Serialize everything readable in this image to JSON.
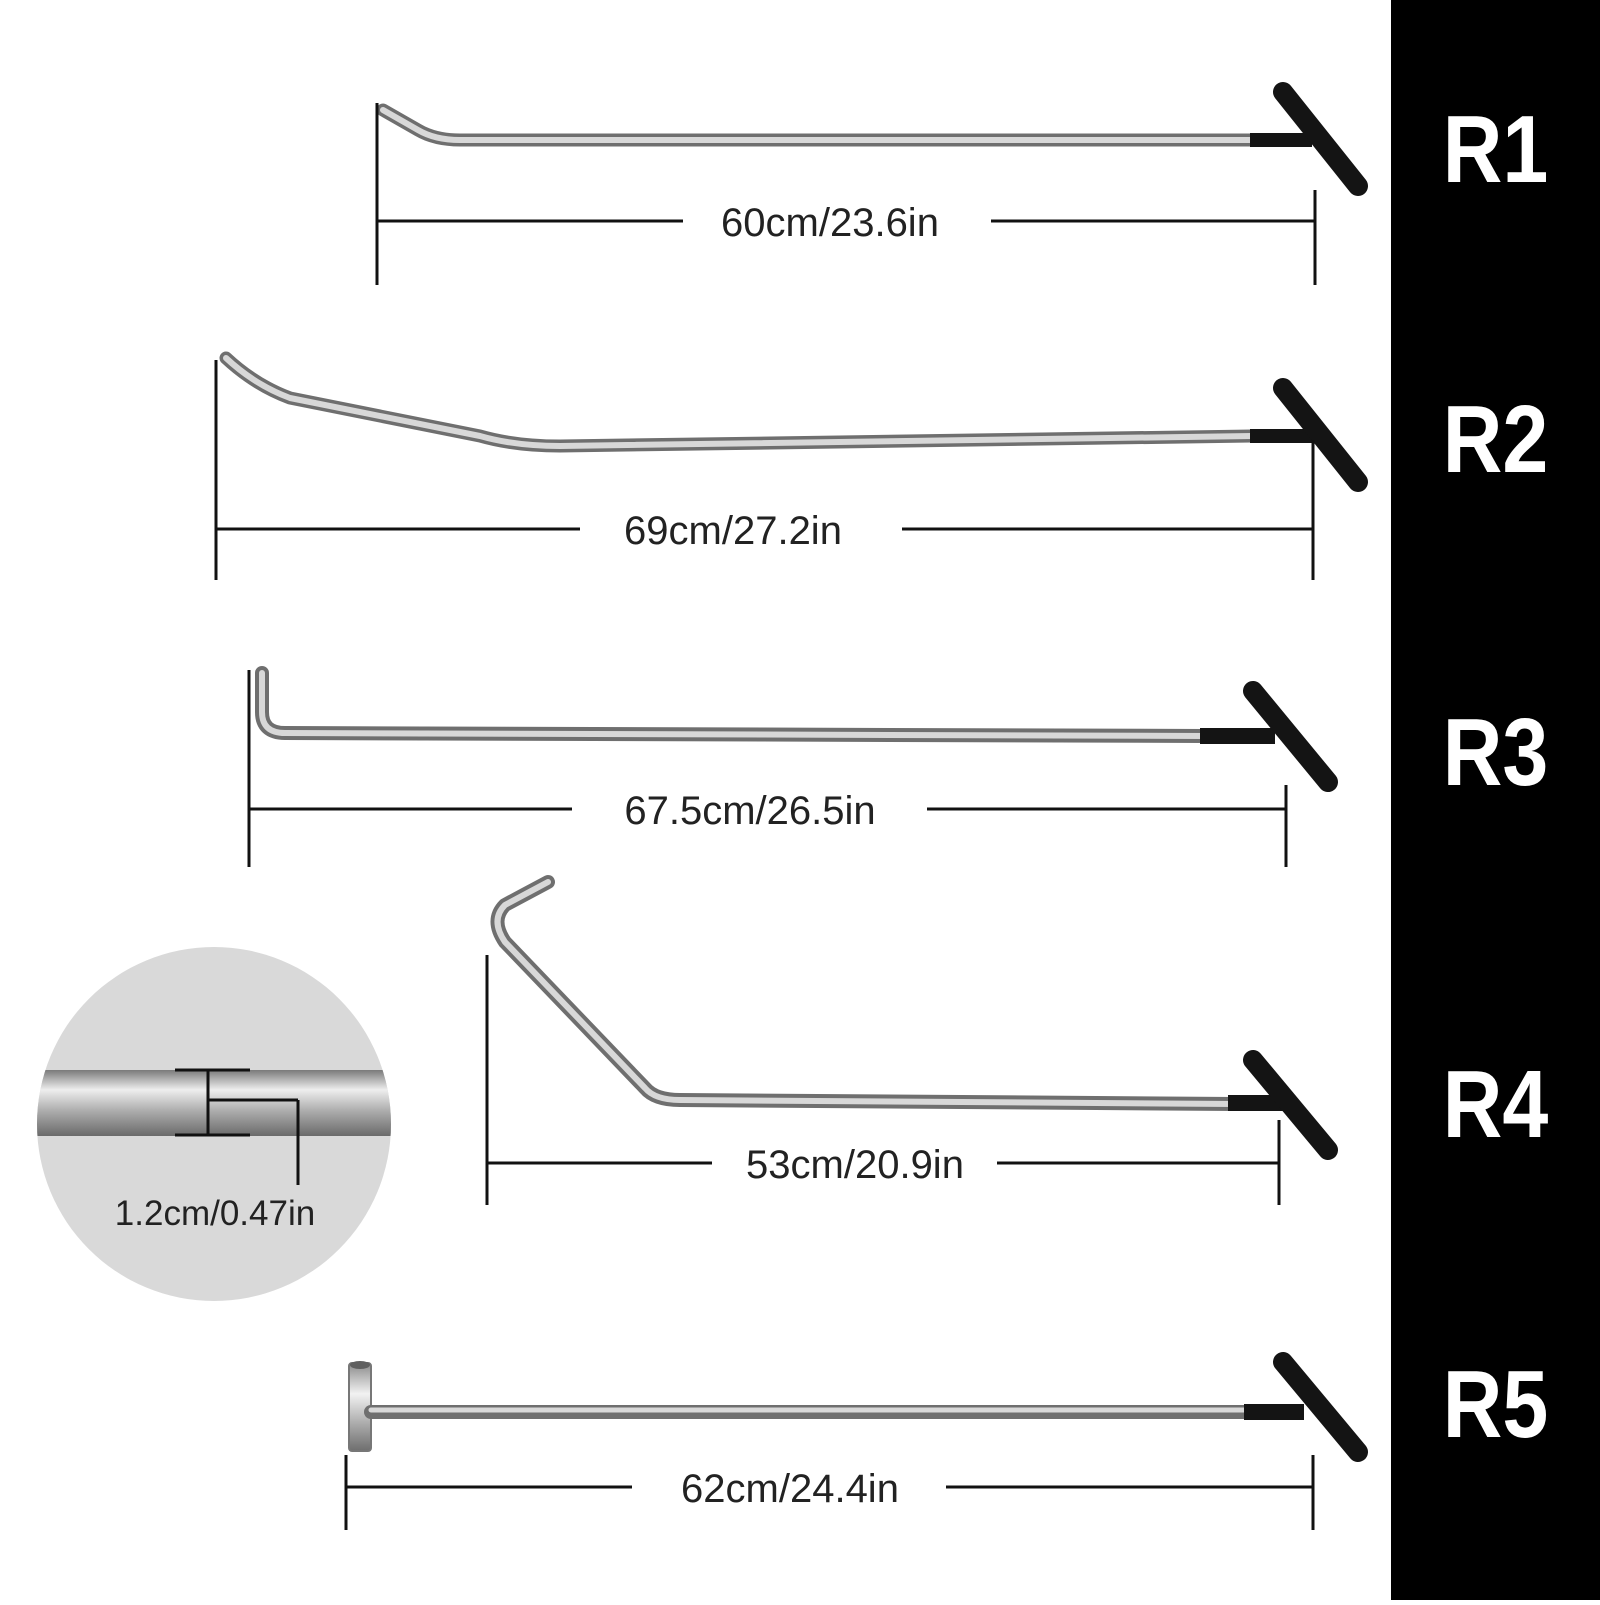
{
  "colors": {
    "background": "#ffffff",
    "side_panel": "#000000",
    "label_text": "#ffffff",
    "rod_metal": "#b8b8b8",
    "handle": "#141414",
    "dimension_line": "#111111",
    "inset_circle": "#d9d9d9"
  },
  "rods": [
    {
      "label": "R1",
      "length": "60cm/23.6in"
    },
    {
      "label": "R2",
      "length": "69cm/27.2in"
    },
    {
      "label": "R3",
      "length": "67.5cm/26.5in"
    },
    {
      "label": "R4",
      "length": "53cm/20.9in"
    },
    {
      "label": "R5",
      "length": "62cm/24.4in"
    }
  ],
  "inset": {
    "diameter": "1.2cm/0.47in"
  }
}
